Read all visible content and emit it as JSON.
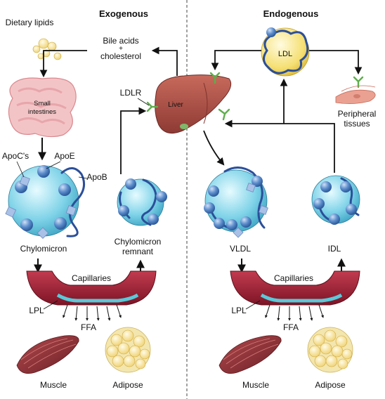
{
  "headings": {
    "exogenous": "Exogenous",
    "endogenous": "Endogenous"
  },
  "labels": {
    "dietary_lipids": "Dietary lipids",
    "bile_acids_line1": "Bile acids",
    "bile_acids_line2": "+",
    "bile_acids_line3": "cholesterol",
    "small_intestines_line1": "Small",
    "small_intestines_line2": "intestines",
    "ldlr": "LDLR",
    "liver": "Liver",
    "ldl": "LDL",
    "peripheral_line1": "Peripheral",
    "peripheral_line2": "tissues",
    "apoc": "ApoC's",
    "apoe": "ApoE",
    "apob": "ApoB",
    "chylomicron": "Chylomicron",
    "chylomicron_remnant_line1": "Chylomicron",
    "chylomicron_remnant_line2": "remnant",
    "vldl": "VLDL",
    "idl": "IDL",
    "capillaries": "Capillaries",
    "lpl": "LPL",
    "ffa": "FFA",
    "muscle": "Muscle",
    "adipose": "Adipose"
  },
  "colors": {
    "particle": "#7fd3e8",
    "apo_sphere": "#4f7fbf",
    "apob_strand": "#2b4f9a",
    "apoc_cube": "#a9c1e6",
    "liver": "#b0584f",
    "capillary": "#a8233a",
    "endothelium": "#5ac8d8",
    "ldl": "#f7e27a",
    "receptor": "#7cc46a",
    "muscle": "#8c2f35",
    "adipose": "#f5e8b0",
    "peripheral": "#e89a8a"
  }
}
